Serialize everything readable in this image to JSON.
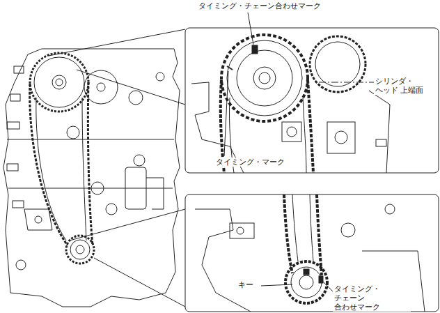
{
  "diagram": {
    "labels": [
      "タイミング・チェーン合わせマーク",
      "シリンダ・ヘッド 上端面",
      "タイミング・マーク",
      "キー",
      "タイミング・チェーン 合わせマーク"
    ]
  }
}
